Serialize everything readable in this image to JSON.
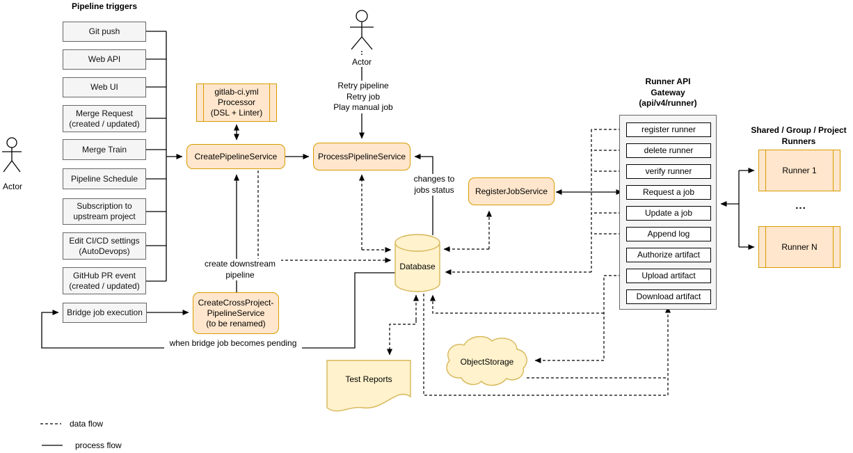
{
  "triggers": {
    "title": "Pipeline triggers",
    "items": [
      "Git push",
      "Web API",
      "Web UI",
      "Merge Request (created / updated)",
      "Merge Train",
      "Pipeline Schedule",
      "Subscription to upstream project",
      "Edit CI/CD settings (AutoDevops)",
      "GitHub PR event (created / updated)"
    ],
    "bridge": "Bridge job execution"
  },
  "actors": {
    "left": "Actor",
    "top": "Actor"
  },
  "services": {
    "processor": {
      "lines": [
        "gitlab-ci.yml",
        "Processor",
        "(DSL + Linter)"
      ]
    },
    "create_pipeline": "CreatePipelineService",
    "process_pipeline": "ProcessPipelineService",
    "register_job": "RegisterJobService",
    "cross_project": {
      "lines": [
        "CreateCrossProject-",
        "PipelineService",
        "(to be renamed)"
      ]
    }
  },
  "gateway": {
    "title_lines": [
      "Runner API",
      "Gateway",
      "(api/v4/runner)"
    ],
    "endpoints": [
      "register runner",
      "delete runner",
      "verify runner",
      "Request a job",
      "Update a job",
      "Append log",
      "Authorize artifact",
      "Upload artifact",
      "Download artifact"
    ]
  },
  "runners": {
    "title": "Shared / Group / Project Runners",
    "runner1": "Runner 1",
    "runnerN": "Runner N",
    "ellipsis": "..."
  },
  "storage": {
    "database": "Database",
    "test_reports": "Test Reports",
    "object_storage": "ObjectStorage"
  },
  "edge_labels": {
    "retry_lines": [
      "Retry pipeline",
      "Retry job",
      "Play manual job"
    ],
    "changes_lines": [
      "changes to",
      "jobs status"
    ],
    "downstream_lines": [
      "create downstream",
      "pipeline"
    ],
    "pending": "when bridge job becomes pending"
  },
  "legend": {
    "data_flow": "data flow",
    "process_flow": "process flow"
  },
  "colors": {
    "service_fill": "#ffe6cc",
    "service_border": "#d79b00",
    "storage_fill": "#fff2cc",
    "storage_border": "#d6b656",
    "trigger_fill": "#f5f5f5",
    "trigger_border": "#666666"
  }
}
